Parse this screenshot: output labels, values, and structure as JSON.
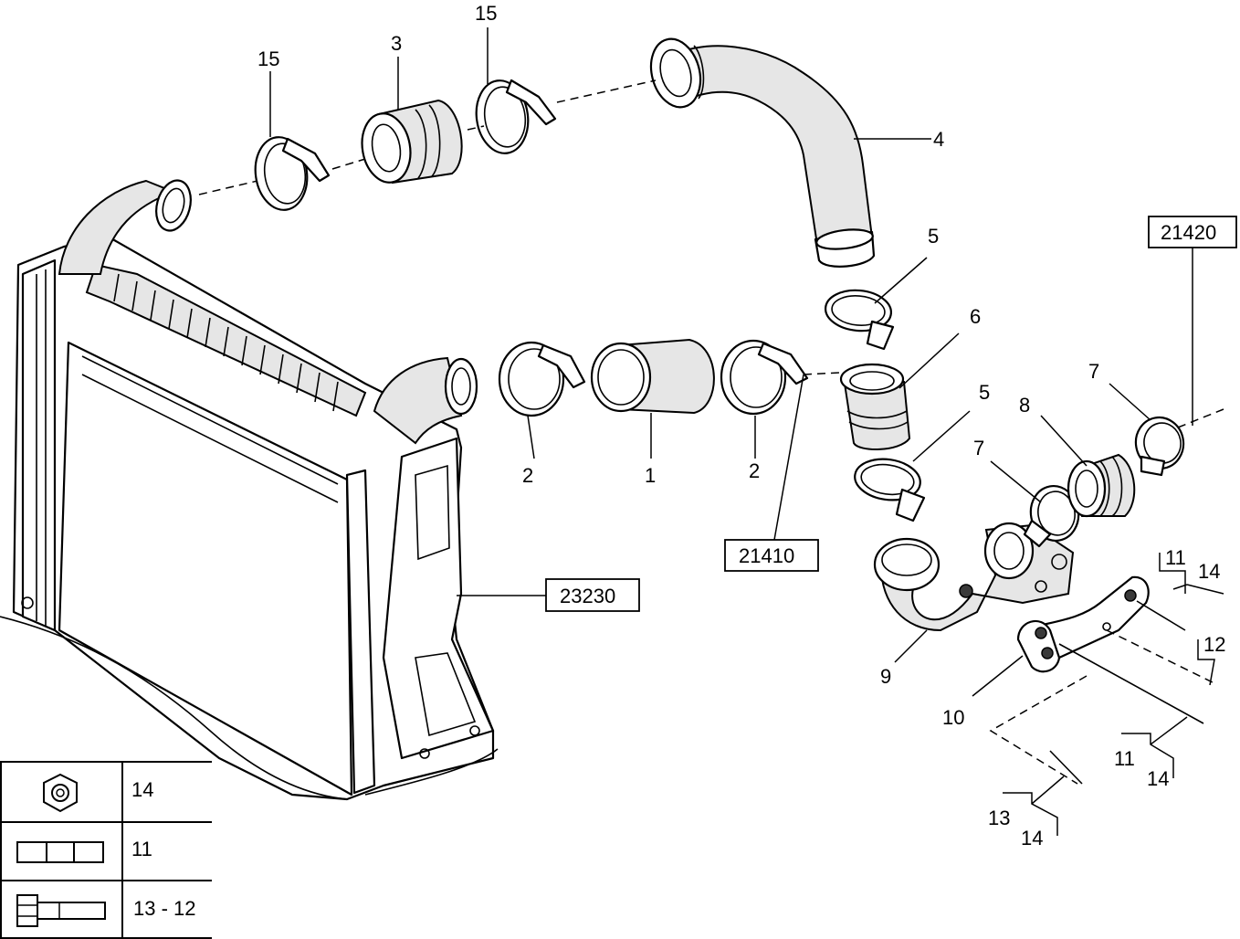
{
  "callouts": {
    "c1": "1",
    "c2a": "2",
    "c2b": "2",
    "c3": "3",
    "c4": "4",
    "c5a": "5",
    "c5b": "5",
    "c6": "6",
    "c7a": "7",
    "c7b": "7",
    "c8": "8",
    "c9": "9",
    "c10": "10",
    "c15a": "15",
    "c15b": "15",
    "c11a": "11",
    "c14a": "14",
    "c12": "12",
    "c11b": "11",
    "c14b": "14",
    "c13": "13",
    "c14c": "14"
  },
  "ref_boxes": {
    "r21420": "21420",
    "r21410": "21410",
    "r23230": "23230"
  },
  "legend": {
    "rows": [
      {
        "icon": "hex-nut-icon",
        "label": "14"
      },
      {
        "icon": "washer-icon",
        "label": "11"
      },
      {
        "icon": "bolt-icon",
        "label": "13 - 12"
      }
    ]
  }
}
